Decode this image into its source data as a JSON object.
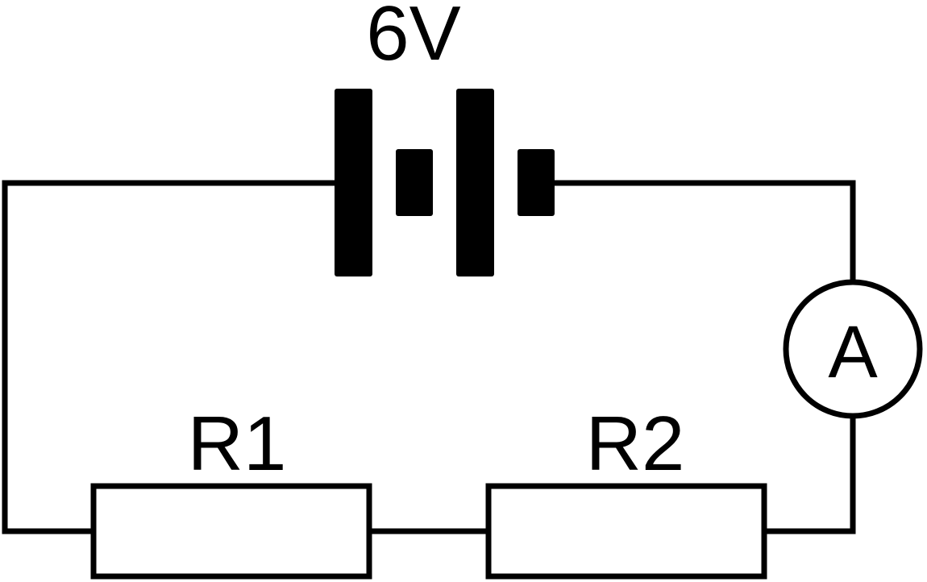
{
  "battery": {
    "voltage_label": "6V"
  },
  "resistors": [
    {
      "label": "R1"
    },
    {
      "label": "R2"
    }
  ],
  "ammeter": {
    "label": "A"
  },
  "colors": {
    "line": "#000000",
    "background": "#ffffff"
  }
}
